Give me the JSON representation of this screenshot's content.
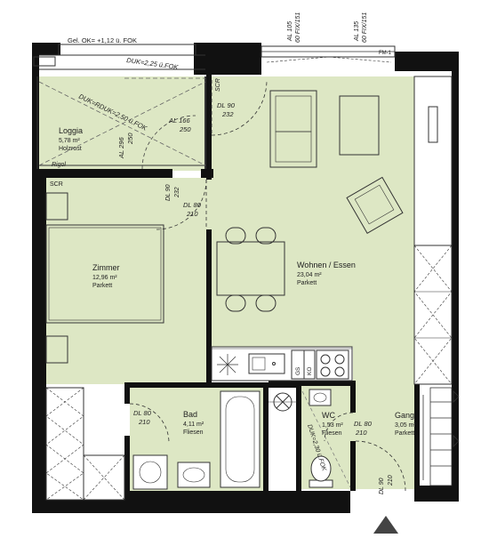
{
  "header": {
    "gel_ok": "Gel. OK= +1,12 ü. FOK"
  },
  "windows_top": [
    {
      "line1": "AL 105",
      "line2": "60 FIX/151"
    },
    {
      "line1": "AL 135",
      "line2": "60 FIX/151"
    }
  ],
  "loggia": {
    "name": "Loggia",
    "area": "5,78 m²",
    "floor": "Holzrost",
    "duk_top": "DUK=2,25 ü.FOK",
    "duk_rduk": "DUK=RDUK=2,50 ü.FOK",
    "al166": "AL 166",
    "al166_h": "250",
    "al296": "AL 296",
    "al296_h": "250",
    "rigol": "Rigol"
  },
  "zimmer": {
    "name": "Zimmer",
    "area": "12,96 m²",
    "floor": "Parkett",
    "scr": "SCR",
    "dl90": "DL 90",
    "dl90_h": "232",
    "dl80": "DL 80",
    "dl80_h": "210"
  },
  "wohnen": {
    "name": "Wohnen / Essen",
    "area": "23,04 m²",
    "floor": "Parkett",
    "scr": "SCR",
    "dl90": "DL 90",
    "dl90_h": "232"
  },
  "kitchen": {
    "gs": "GS",
    "ko": "KO"
  },
  "bad": {
    "name": "Bad",
    "area": "4,11 m²",
    "floor": "Fliesen",
    "dl80": "DL 80",
    "dl80_h": "210"
  },
  "wc": {
    "name": "WC",
    "area": "1,53 m²",
    "floor": "Fliesen",
    "dl80": "DL 80",
    "dl80_h": "210",
    "duk": "DUK=2,30 ü.FOK"
  },
  "gang": {
    "name": "Gang",
    "area": "3,05 m²",
    "floor": "Parkett",
    "dl90": "DL 90",
    "dl90_h": "210"
  },
  "fm": "FM-1",
  "colors": {
    "floor": "#dde7c4",
    "wall": "#111111",
    "line": "#444444"
  }
}
